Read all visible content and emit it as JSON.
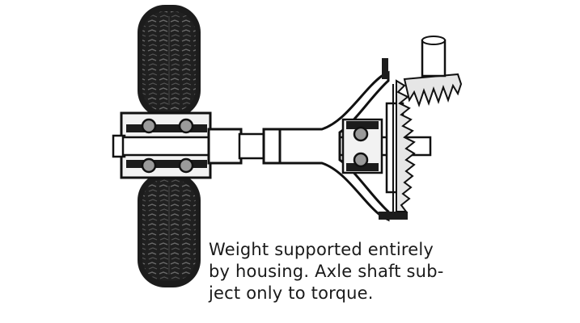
{
  "caption": {
    "lines": [
      "Weight supported entirely",
      "by housing. Axle shaft sub-",
      "ject  only to torque."
    ]
  }
}
